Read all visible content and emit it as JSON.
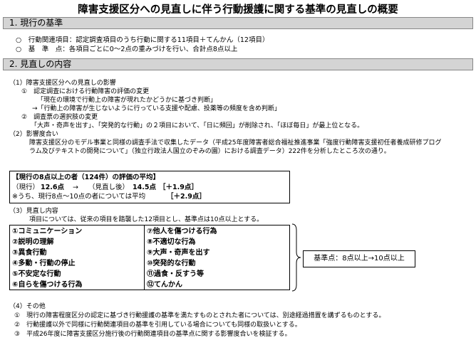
{
  "title": "障害支援区分への見直しに伴う行動援護に関する基準の見直しの概要",
  "section1": {
    "heading": "1. 現行の基準",
    "items": [
      "○　行動関連項目：認定調査項目のうち行動に関する11項目＋てんかん（12項目）",
      "○　基　準　点：各項目ごとに0～2点の重みづけを行い、合計点8点以上"
    ]
  },
  "section2": {
    "heading": "2. 見直しの内容",
    "sub1": {
      "title": "（1）障害支援区分への見直しの影響",
      "p1": "①　認定調査における行動障害の評価の変更",
      "p1_q1": "「現在の環境で行動上の障害が現れたかどうかに基づき判断」",
      "p1_q2": "→「行動上の障害が生じないように行っている支援や配慮、投薬等の頻度を含め判断」",
      "p2": "②　調査票の選択肢の変更",
      "p2_desc": "「大声・奇声を出す」、「突発的な行動」の２項目において、「日に頻回」が削除され、「ほぼ毎日」が最上位となる。"
    },
    "sub2": {
      "title": "（2）影響度合い",
      "line1": "障害支援区分のモデル事業と同様の調査手法で収集したデータ（平成25年度障害者総合福祉推進事業「強度行動障害支援初任者養成研修プログ",
      "line2": "ラム及びテキストの開発について」（独立行政法人国立のぞみの園）における調査データ）222件を分析したところ次の通り。"
    },
    "box": {
      "title": "【現行の8点以上の者（124件）の評価の平均】",
      "line1_a": "（現行）",
      "line1_b": "12.6点",
      "line1_c": "→",
      "line1_d": "（見直し後）",
      "line1_e": "14.5点",
      "line1_f": "［＋1.9点］",
      "line2_a": "※うち、現行8点～10点の者については平均",
      "line2_b": "［＋2.9点］"
    },
    "sub3": {
      "title": "（3）見直し内容",
      "desc": "項目については、従来の項目を踏襲した12項目とし、基準点は10点以上とする。",
      "left_items": [
        "①コミュニケーション",
        "②説明の理解",
        "③異食行動",
        "④多動・行動の停止",
        "⑤不安定な行動",
        "⑥自らを傷つける行為"
      ],
      "right_items": [
        "⑦他人を傷つける行為",
        "⑧不適切な行為",
        "⑨大声・奇声を出す",
        "⑩突発的な行動",
        "⑪過食・反すう等",
        "⑫てんかん"
      ],
      "criteria": "基準点：8点以上→10点以上"
    },
    "sub4": {
      "title": "（4）その他",
      "items": [
        "①　現行の障害程度区分の認定に基づき行動援護の基準を満たすものとされた者については、別途経過措置を講ずるものとする。",
        "②　行動援護以外で同様に行動関連項目の基準を引用している場合についても同様の取扱いとする。",
        "③　平成26年度に障害支援区分施行後の行動関連項目の基準点に関する影響度合いを検証する。"
      ]
    }
  }
}
